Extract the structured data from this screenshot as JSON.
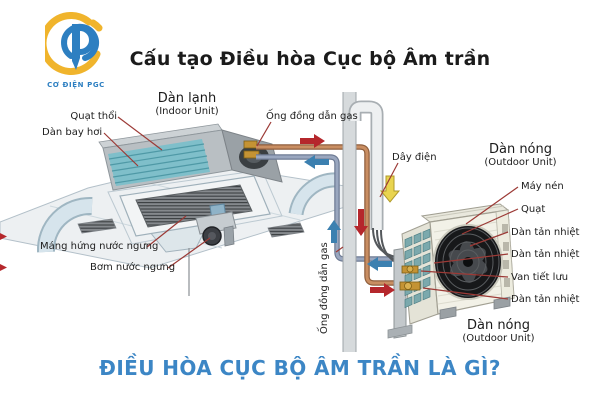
{
  "logo": {
    "text": "CƠ ĐIỆN PGC"
  },
  "title": "Cấu tạo Điều hòa Cục bộ Âm trần",
  "caption": "ĐIỀU HÒA CỤC BỘ ÂM TRẦN LÀ GÌ?",
  "indoor_unit": {
    "name": "Dàn lạnh",
    "name_en": "(Indoor Unit)",
    "parts": {
      "blow_fan": "Quạt thổi",
      "evaporator": "Dàn bay hơi",
      "gas_pipe": "Ống đồng dẫn gas",
      "gas_pipe_riser": "Ống đồng dẫn gas",
      "drain_pan": "Máng hứng nước ngưng",
      "drain_pump": "Bơm nước ngưng"
    }
  },
  "wiring": {
    "electric_wire": "Dây điện"
  },
  "outdoor_unit": {
    "name": "Dàn nóng",
    "name_en": "(Outdoor Unit)",
    "caption_name": "Dàn nóng",
    "caption_name_en": "(Outdoor Unit)",
    "parts": {
      "compressor": "Máy nén",
      "fan": "Quạt",
      "condenser_coil_1": "Dàn tản nhiệt",
      "condenser_coil_2": "Dàn tản nhiệt",
      "expansion_valve": "Van tiết lưu",
      "condenser_coil_3": "Dàn tản nhiệt"
    }
  },
  "colors": {
    "title_text": "#1b1b1b",
    "caption_text": "#3c86c5",
    "label_text": "#202020",
    "leader_line": "#9c3a36",
    "red_arrow": "#b5272c",
    "blue_arrow": "#3c80b0",
    "yellow_arrow": "#e9d44f",
    "copper_pipe": "#c98e62",
    "suction_pipe": "#9aa7bf",
    "logo_yellow": "#f0b42c",
    "logo_blue": "#2d7fc1"
  }
}
